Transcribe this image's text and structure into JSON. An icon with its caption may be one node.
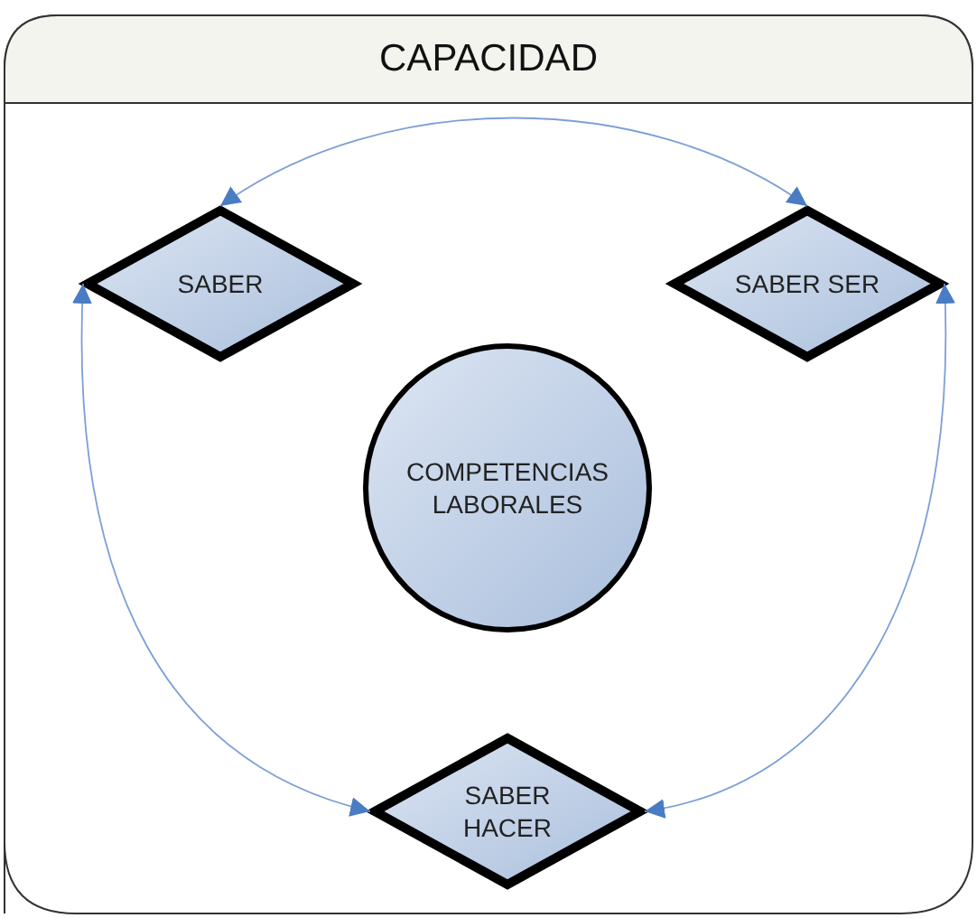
{
  "diagram": {
    "nodes": [
      {
        "text": [
          "CAPACIDAD"
        ]
      },
      {
        "text": [
          "SABER"
        ],
        "in": 0
      },
      {
        "text": [
          "SABER SER"
        ],
        "in": 0
      },
      {
        "text": [
          "COMPETENCIAS LABORALES"
        ],
        "in": 0
      },
      {
        "text": [
          "SABER HACER"
        ],
        "in": 0
      }
    ],
    "edges": [
      {
        "from": 1,
        "to": 2,
        "arrow": "both"
      },
      {
        "from": 1,
        "to": 4,
        "arrow": "both"
      },
      {
        "from": 2,
        "to": 4,
        "arrow": "both"
      }
    ]
  }
}
